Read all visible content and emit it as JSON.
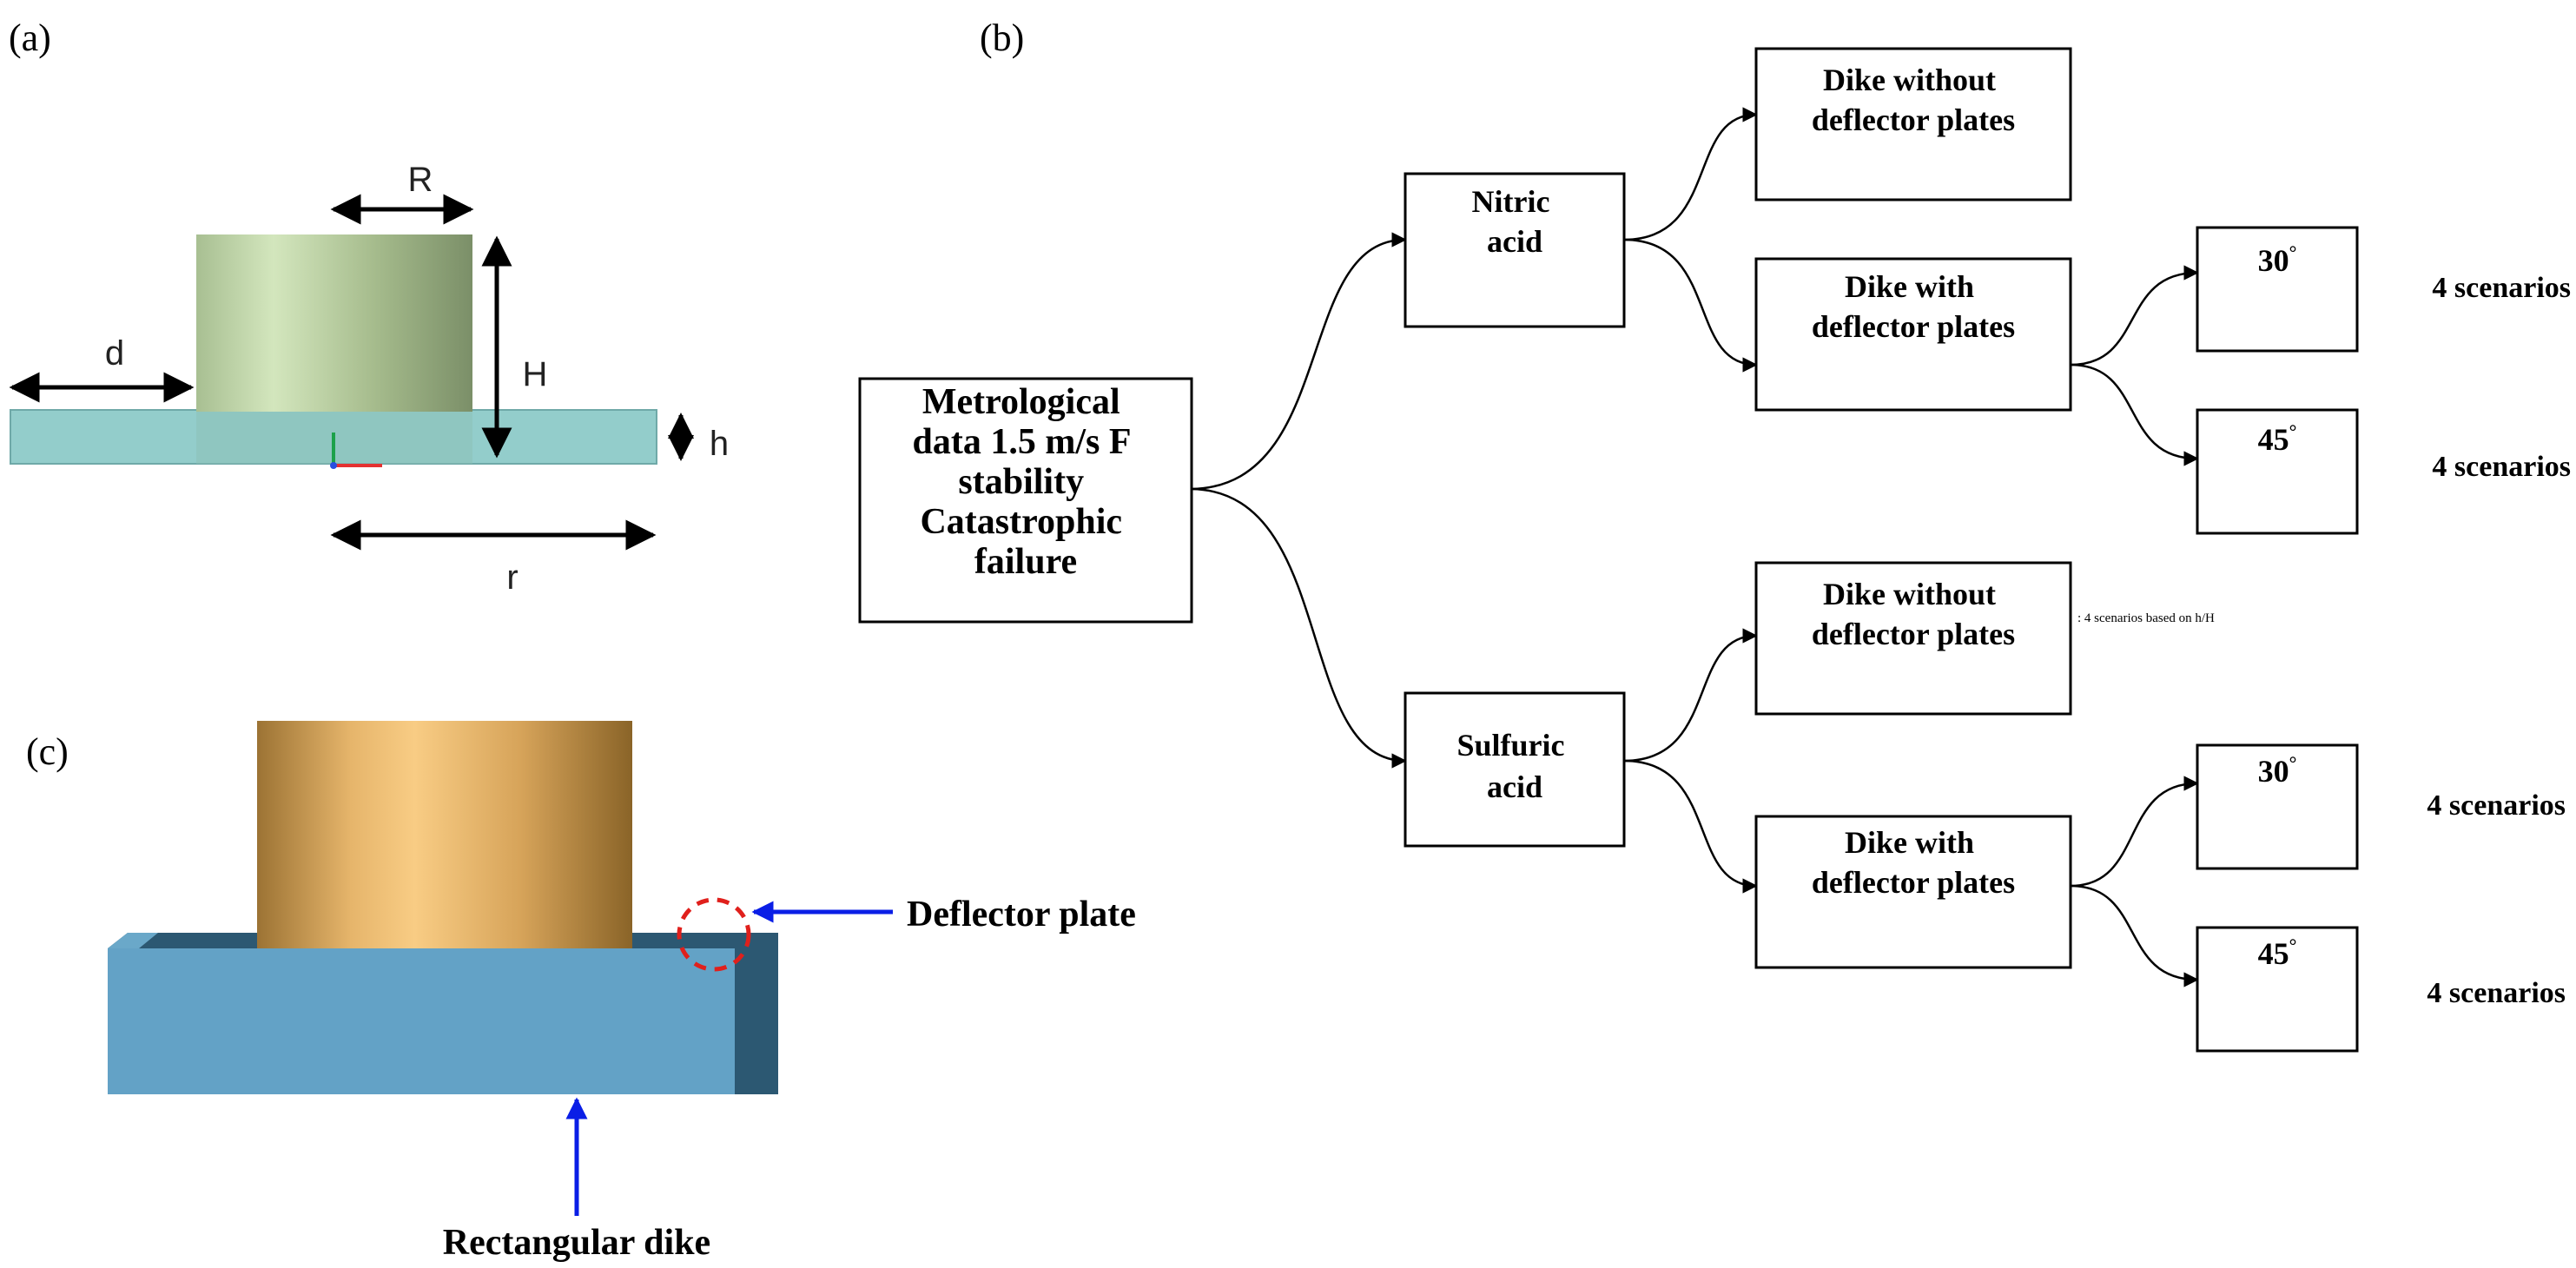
{
  "panels": {
    "a": "(a)",
    "b": "(b)",
    "c": "(c)"
  },
  "panel_a": {
    "dims": {
      "R": "R",
      "H": "H",
      "d": "d",
      "h": "h",
      "r": "r"
    }
  },
  "panel_c": {
    "deflector_label": "Deflector plate",
    "dike_label": "Rectangular dike"
  },
  "flow": {
    "root": [
      "Metrological",
      "data 1.5 m/s F",
      "stability",
      "Catastrophic",
      "failure"
    ],
    "nitric": [
      "Nitric",
      "acid"
    ],
    "sulfuric": [
      "Sulfuric",
      "acid"
    ],
    "dike_without": [
      "Dike without",
      "deflector plates"
    ],
    "dike_with": [
      "Dike with",
      "deflector plates"
    ],
    "angle30": "30",
    "angle45": "45",
    "degree": "°",
    "scenarios": "4 scenarios",
    "note_hH": ": 4 scenarios based on h/H"
  },
  "colors": {
    "tank_green": "#b9cfa3",
    "base_teal": "#93cdcb",
    "tank_gold": "#d9a55b",
    "dike_blue": "#63a2c6",
    "dike_dark": "#2c5872",
    "arrow_blue": "#0a1ee6",
    "circle_red": "#e0201c"
  }
}
